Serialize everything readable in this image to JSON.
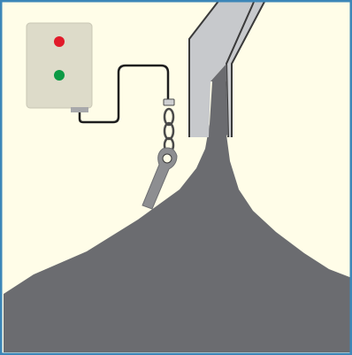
{
  "scene": {
    "background_color": "#fffde8",
    "border_color": "#3c86b8",
    "pile_color": "#6b6c70",
    "chute_color": "#c7c9cc",
    "chute_outline_color": "#3a3a3a",
    "control_box": {
      "body_color": "#dddbc9",
      "indicators": [
        {
          "name": "red-indicator-light",
          "color": "#e11b2a"
        },
        {
          "name": "green-indicator-light",
          "color": "#0c9a45"
        }
      ]
    },
    "cable_color": "#1e1e1e",
    "sensor": {
      "icon": "tilt-switch-probe",
      "color": "#8d8e91"
    }
  }
}
